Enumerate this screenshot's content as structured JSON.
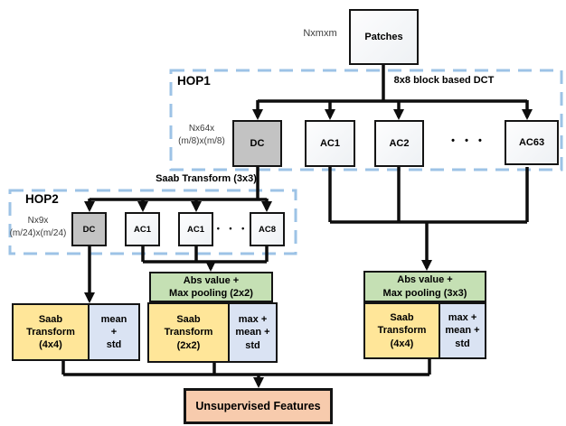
{
  "colors": {
    "dash_blue": "#9dc3e6",
    "node_gray": "#c3c3c3",
    "pool_green": "#c5e0b4",
    "saab_yellow": "#ffe699",
    "agg_blue": "#dae3f3",
    "output_peach": "#f7cbad"
  },
  "input": {
    "label": "Patches",
    "dim": "Nxmxm"
  },
  "hop1": {
    "title": "HOP1",
    "transform": "8x8 block based DCT",
    "dim": "Nx64x\n(m/8)x(m/8)",
    "dc": "DC",
    "ac1": "AC1",
    "ac2": "AC2",
    "dots": "• • •",
    "ac63": "AC63"
  },
  "saab3x3": "Saab Transform (3x3)",
  "hop2": {
    "title": "HOP2",
    "dim": "Nx9x\n(m/24)x(m/24)",
    "dc": "DC",
    "ac1a": "AC1",
    "ac1b": "AC1",
    "dots": "• • •",
    "ac8": "AC8"
  },
  "pool_mid": "Abs value +\nMax pooling (2x2)",
  "pool_right": "Abs value +\nMax pooling (3x3)",
  "groups": {
    "left_saab": "Saab\nTransform\n(4x4)",
    "left_agg": "mean\n+\nstd",
    "mid_saab": "Saab\nTransform\n(2x2)",
    "mid_agg": "max +\nmean +\nstd",
    "right_saab": "Saab\nTransform\n(4x4)",
    "right_agg": "max +\nmean +\nstd"
  },
  "output": {
    "label": "Unsupervised Features"
  }
}
